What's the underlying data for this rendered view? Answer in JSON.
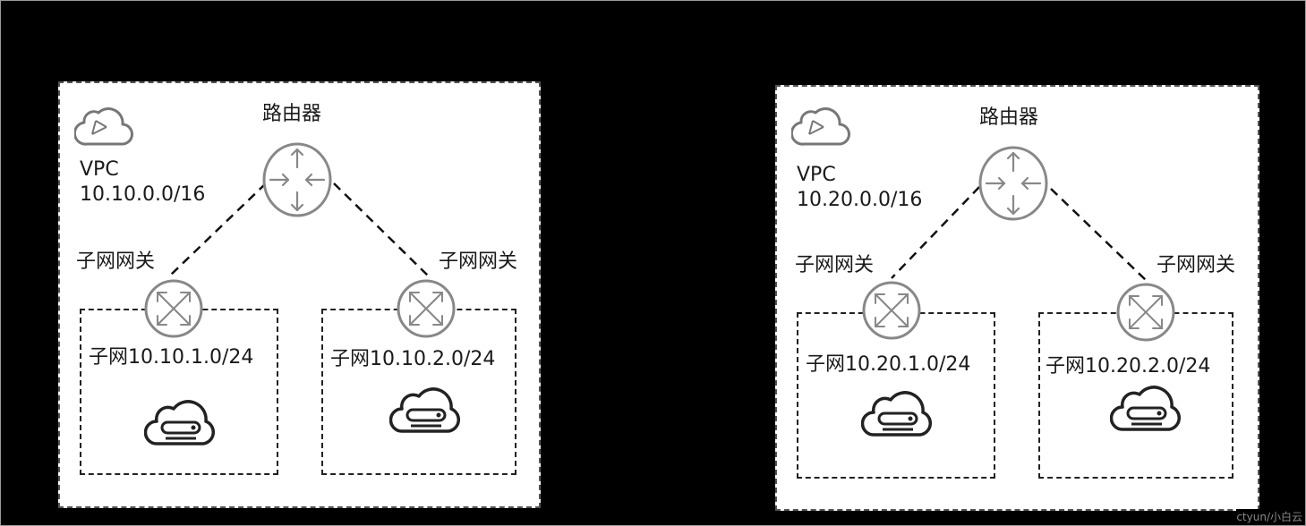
{
  "vpcs": [
    {
      "vpc_text": "VPC",
      "cidr": "10.10.0.0/16",
      "router_label": "路由器",
      "gateways": [
        "子网网关",
        "子网网关"
      ],
      "subnets": [
        "子网10.10.1.0/24",
        "子网10.10.2.0/24"
      ]
    },
    {
      "vpc_text": "VPC",
      "cidr": "10.20.0.0/16",
      "router_label": "路由器",
      "gateways": [
        "子网网关",
        "子网网关"
      ],
      "subnets": [
        "子网10.20.1.0/24",
        "子网10.20.2.0/24"
      ]
    }
  ],
  "icons": {
    "vpc": "cloud-network-icon",
    "router": "router-icon",
    "gateway": "gateway-icon",
    "subnet": "cloud-server-icon"
  },
  "colors": {
    "background": "#000000",
    "panel": "#ffffff",
    "icon_stroke": "#888888",
    "text": "#1a1a1a"
  },
  "watermark": "ctyun/小白云"
}
